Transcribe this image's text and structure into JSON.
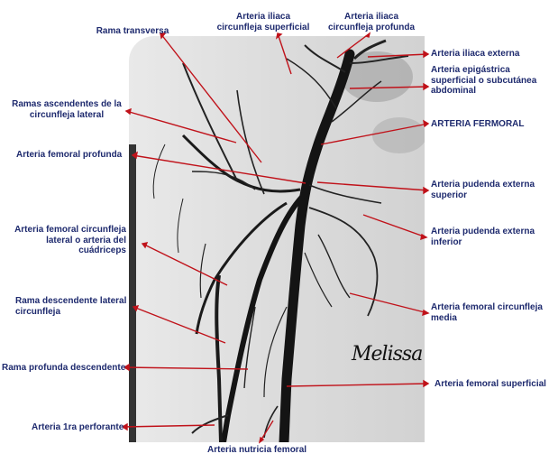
{
  "labels": {
    "rama_transversa": "Rama transversa",
    "iliaca_circunfleja_superficial": "Arteria iliaca\ncircunfleja superficial",
    "iliaca_circunfleja_profunda": "Arteria iliaca\ncircunfleja profunda",
    "iliaca_externa": "Arteria iliaca externa",
    "epigastrica": "Arteria epigástrica\nsuperficial o subcutánea\nabdominal",
    "ramas_ascendentes": "Ramas ascendentes de la\ncircunfleja lateral",
    "femoral": "ARTERIA FERMORAL",
    "femoral_profunda": "Arteria femoral profunda",
    "pudenda_superior": "Arteria pudenda externa\nsuperior",
    "circunfleja_lateral": "Arteria femoral circunfleja\nlateral o arteria del\ncuádriceps",
    "pudenda_inferior": "Arteria pudenda externa\ninferior",
    "rama_descendente": "Rama descendente lateral\ncircunfleja",
    "circunfleja_media": "Arteria femoral circunfleja\nmedia",
    "rama_profunda_descendente": "Rama profunda descendente",
    "femoral_superficial": "Arteria femoral superficial",
    "perforante": "Arteria 1ra perforante",
    "nutricia": "Arteria nutricia femoral"
  },
  "signature": "Melissa",
  "colors": {
    "label_text": "#1e2a6e",
    "leader_line": "#c0121a",
    "vessel": "#141414"
  }
}
